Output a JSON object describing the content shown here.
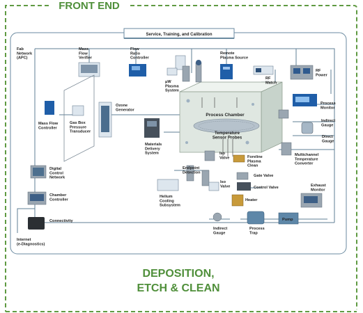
{
  "header_title": "FRONT END",
  "footer": {
    "line1": "DEPOSITION,",
    "line2": "ETCH & CLEAN"
  },
  "banner": "Service, Training, and Calibration",
  "chamber": {
    "title": "Process Chamber",
    "probes": "Temperature\nSensor Probes"
  },
  "labels": {
    "fab_network": "Fab\nNetwork\n(APC)",
    "mass_flow_verifier": "Mass\nFlow\nVerifier",
    "flow_ratio_controller": "Flow\nRatio\nController",
    "uw_plasma": "μW\nPlasma\nSystem",
    "remote_plasma": "Remote\nPlasma Source",
    "rf_match": "RF\nMatch",
    "rf_power": "RF\nPower",
    "ozone": "Ozone\nGenerator",
    "process_monitor": "Process\nMonitor",
    "mass_flow_controller": "Mass Flow\nController",
    "gas_box": "Gas Box\nPressure\nTransducer",
    "indirect_gauge_right": "Indirect\nGauge",
    "direct_gauge": "Direct\nGauge",
    "materials_delivery": "Materials\nDelivery\nSystem",
    "multichannel": "Multichannel\nTemperature\nConverter",
    "digital_control": "Digital\nControl\nNetwork",
    "iso_valve_top": "Iso\nValve",
    "foreline": "Foreline\nPlasma\nClean",
    "endpoint": "Endpoint\nDetection",
    "gate_valve": "Gate Valve",
    "iso_valve_bottom": "Iso\nValve",
    "control_valve": "Control Valve",
    "chamber_controller": "Chamber\nController",
    "helium": "Helium\nCooling\nSubsystem",
    "heater": "Heater",
    "exhaust": "Exhaust\nMonitor",
    "connectivity": "Connectivity",
    "pump": "Pump",
    "indirect_gauge_bottom": "Indirect\nGauge",
    "process_trap": "Process\nTrap",
    "internet": "Internet\n(e-Diagnostics)"
  },
  "colors": {
    "green": "#4f8f3a",
    "line": "#5f7f95",
    "chamber": "#dfe7e1"
  }
}
